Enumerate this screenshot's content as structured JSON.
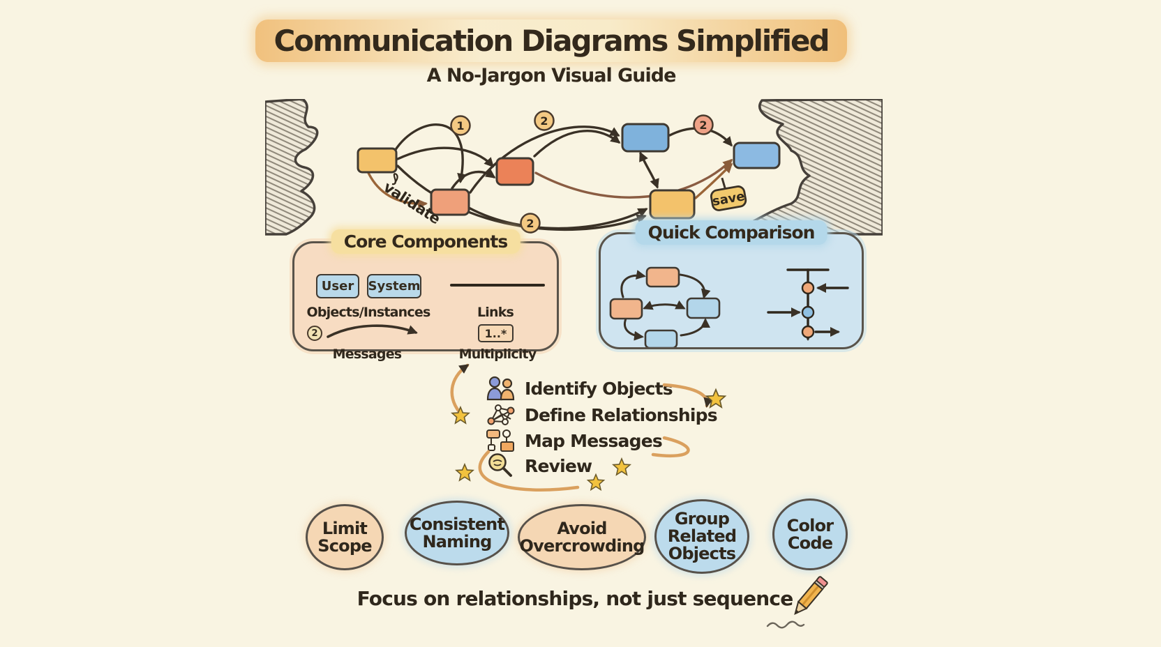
{
  "header": {
    "title": "Communication Diagrams Simplified",
    "subtitle": "A No-Jargon Visual Guide"
  },
  "hero": {
    "badges": {
      "b1": "1",
      "b2": "2",
      "b3": "2",
      "b4": "2"
    },
    "validate_label": "validate",
    "save_label": "save"
  },
  "core": {
    "title": "Core Components",
    "user_box": "User",
    "system_box": "System",
    "objects_label": "Objects/Instances",
    "links_label": "Links",
    "messages_badge": "2",
    "messages_label": "Messages",
    "multiplicity_tag": "1..*",
    "multiplicity_label": "Multiplicity"
  },
  "comparison": {
    "title": "Quick Comparison"
  },
  "steps": [
    {
      "icon": "people-icon",
      "label": "Identify Objects"
    },
    {
      "icon": "network-icon",
      "label": "Define Relationships"
    },
    {
      "icon": "flowchart-icon",
      "label": "Map Messages"
    },
    {
      "icon": "magnifier-icon",
      "label": "Review"
    }
  ],
  "tips": [
    {
      "label": "Limit Scope",
      "color": "orange"
    },
    {
      "label": "Consistent Naming",
      "color": "blue"
    },
    {
      "label": "Avoid Overcrowding",
      "color": "orange"
    },
    {
      "label": "Group Related Objects",
      "color": "blue"
    },
    {
      "label": "Color Code",
      "color": "blue"
    }
  ],
  "footer": {
    "text": "Focus on relationships, not just sequence"
  },
  "colors": {
    "background": "#f9f4e2",
    "ink": "#362d20",
    "box_yellow": "#f3c26b",
    "box_orange": "#efa07a",
    "box_red": "#eb8258",
    "box_blue": "#84b5de",
    "panel_orange": "#f7dcc2",
    "panel_blue": "#cfe4f0",
    "highlight_orange": "#f2c98f",
    "highlight_yellow": "#f6dfa0",
    "highlight_blue": "#b4d8ea",
    "star_yellow": "#f2c23e"
  }
}
